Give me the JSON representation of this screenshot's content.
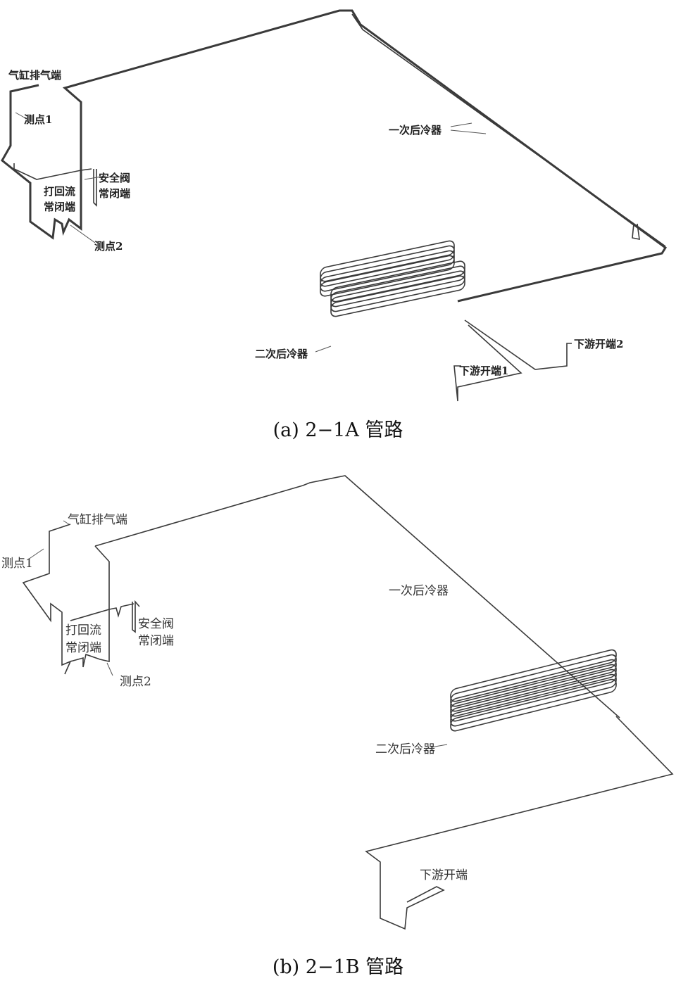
{
  "diagram_a": {
    "caption": "(a) 2−1A 管路",
    "labels": {
      "cylinder_exhaust": "气缸排气端",
      "point1": "测点1",
      "safety_valve_1": "安全阀",
      "safety_valve_2": "常闭端",
      "bypass_1": "打回流",
      "bypass_2": "常闭端",
      "point2": "测点2",
      "primary_cooler": "一次后冷器",
      "secondary_cooler": "二次后冷器",
      "downstream1": "下游开端1",
      "downstream2": "下游开端2"
    }
  },
  "diagram_b": {
    "caption": "(b) 2−1B 管路",
    "labels": {
      "cylinder_exhaust": "气缸排气端",
      "point1": "测点1",
      "safety_valve_1": "安全阀",
      "safety_valve_2": "常闭端",
      "bypass_1": "打回流",
      "bypass_2": "常闭端",
      "point2": "测点2",
      "primary_cooler": "一次后冷器",
      "secondary_cooler": "二次后冷器",
      "downstream": "下游开端"
    }
  }
}
